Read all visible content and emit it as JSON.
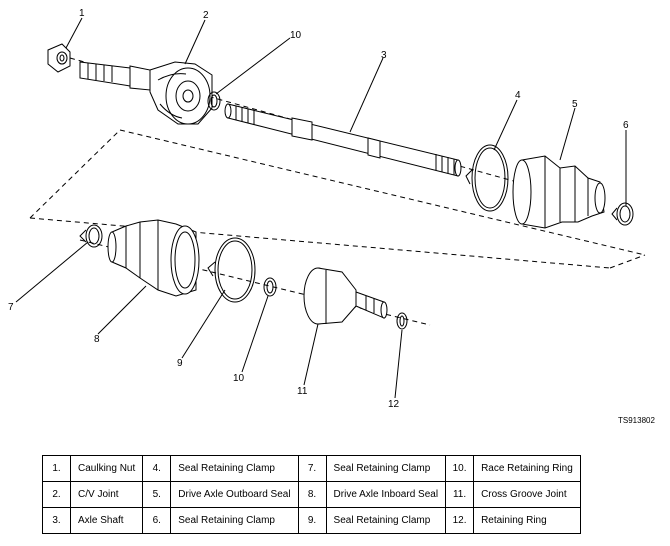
{
  "figure_code": "TS913802",
  "callouts": {
    "c1": "1",
    "c2": "2",
    "c3": "3",
    "c4": "4",
    "c5": "5",
    "c6": "6",
    "c7": "7",
    "c8": "8",
    "c9": "9",
    "c10a": "10",
    "c10b": "10",
    "c11": "11",
    "c12": "12"
  },
  "legend": {
    "rows": [
      [
        {
          "num": "1.",
          "name": "Caulking Nut"
        },
        {
          "num": "4.",
          "name": "Seal Retaining Clamp"
        },
        {
          "num": "7.",
          "name": "Seal Retaining Clamp"
        },
        {
          "num": "10.",
          "name": "Race Retaining Ring"
        }
      ],
      [
        {
          "num": "2.",
          "name": "C/V Joint"
        },
        {
          "num": "5.",
          "name": "Drive Axle Outboard Seal"
        },
        {
          "num": "8.",
          "name": "Drive Axle Inboard Seal"
        },
        {
          "num": "11.",
          "name": "Cross Groove Joint"
        }
      ],
      [
        {
          "num": "3.",
          "name": "Axle Shaft"
        },
        {
          "num": "6.",
          "name": "Seal Retaining Clamp"
        },
        {
          "num": "9.",
          "name": "Seal Retaining Clamp"
        },
        {
          "num": "12.",
          "name": "Retaining Ring"
        }
      ]
    ]
  }
}
